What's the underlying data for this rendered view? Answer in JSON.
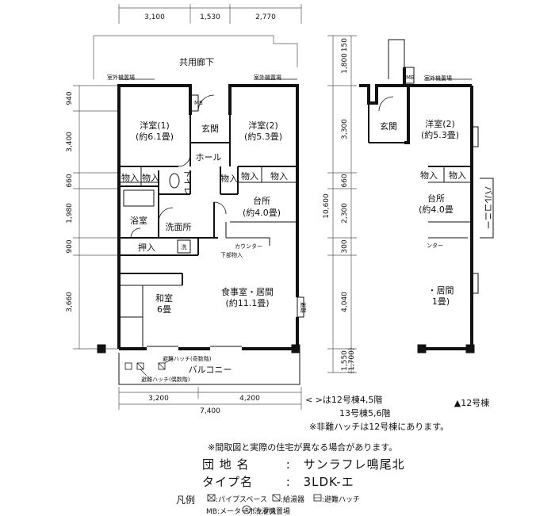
{
  "plan": {
    "top_dims": [
      "3,100",
      "1,530",
      "2,770"
    ],
    "corridor": "共用廊下",
    "outdoor_unit": "室外機置場",
    "left_dims": [
      "940",
      "3,400",
      "660",
      "1,980",
      "900",
      "3,660"
    ],
    "right_dims": [
      "1,800",
      "150",
      "3,300",
      "660",
      "2,300",
      "300",
      "4,040",
      "1,550",
      "(1,700)"
    ],
    "total_height": "10,600",
    "bottom_dims": [
      "3,200",
      "4,200"
    ],
    "total_width": "7,400",
    "rooms": {
      "western1": "洋室(1)",
      "western1_size": "(約6.1畳)",
      "genkan": "玄関",
      "western2": "洋室(2)",
      "western2_size": "(約5.3畳)",
      "hall": "ホール",
      "storage": "物入",
      "toilet": "トイレ",
      "kitchen": "台所",
      "kitchen_size": "(約4.0畳)",
      "bath": "浴室",
      "washroom": "洗面所",
      "counter": "カウンター",
      "lower_storage": "下部物入",
      "closet": "押入",
      "wash_mark": "洗",
      "japanese": "和室",
      "japanese_size": "6畳",
      "living": "食事室・居間",
      "living_size": "(約11.1畳)",
      "balcony": "バルコニー",
      "hatch_odd": "避難ハッチ(奇数階)",
      "hatch_even": "避難ハッチ(偶数階)",
      "mb": "MB",
      "hatch_side": "避難"
    },
    "side": {
      "genkan": "玄関",
      "western2": "洋室(2)",
      "western2_size": "(約5.3畳)",
      "storage": "物入",
      "kitchen": "台所",
      "kitchen_size": "(約4.0畳",
      "balcony": "バルコニー",
      "counter": "ンター",
      "living": "・居間",
      "living_size": "1畳)",
      "mb": "MB",
      "outdoor_unit": "室外機置場",
      "label": "▲12号棟"
    }
  },
  "notes": {
    "floors1": "<  >は12号棟4,5階",
    "floors2": "13号棟5,6階",
    "hatch_note": "※非難ハッチは12号棟にあります。",
    "disclaimer": "※間取図と実際の住宅が異なる場合があります。"
  },
  "info": {
    "complex_label": "団 地 名",
    "complex_value": "サンラフレ鳴尾北",
    "type_label": "タイプ名",
    "type_value": "3LDK-エ",
    "colon": ":"
  },
  "legend": {
    "title": "凡例",
    "pipe": ":パイプスペース",
    "heater": ":給湯器",
    "hatch": ":避難ハッチ",
    "mb": "MB:メーターボックス",
    "wash": ":洗濯機置場",
    "wash_mark": "洗"
  }
}
